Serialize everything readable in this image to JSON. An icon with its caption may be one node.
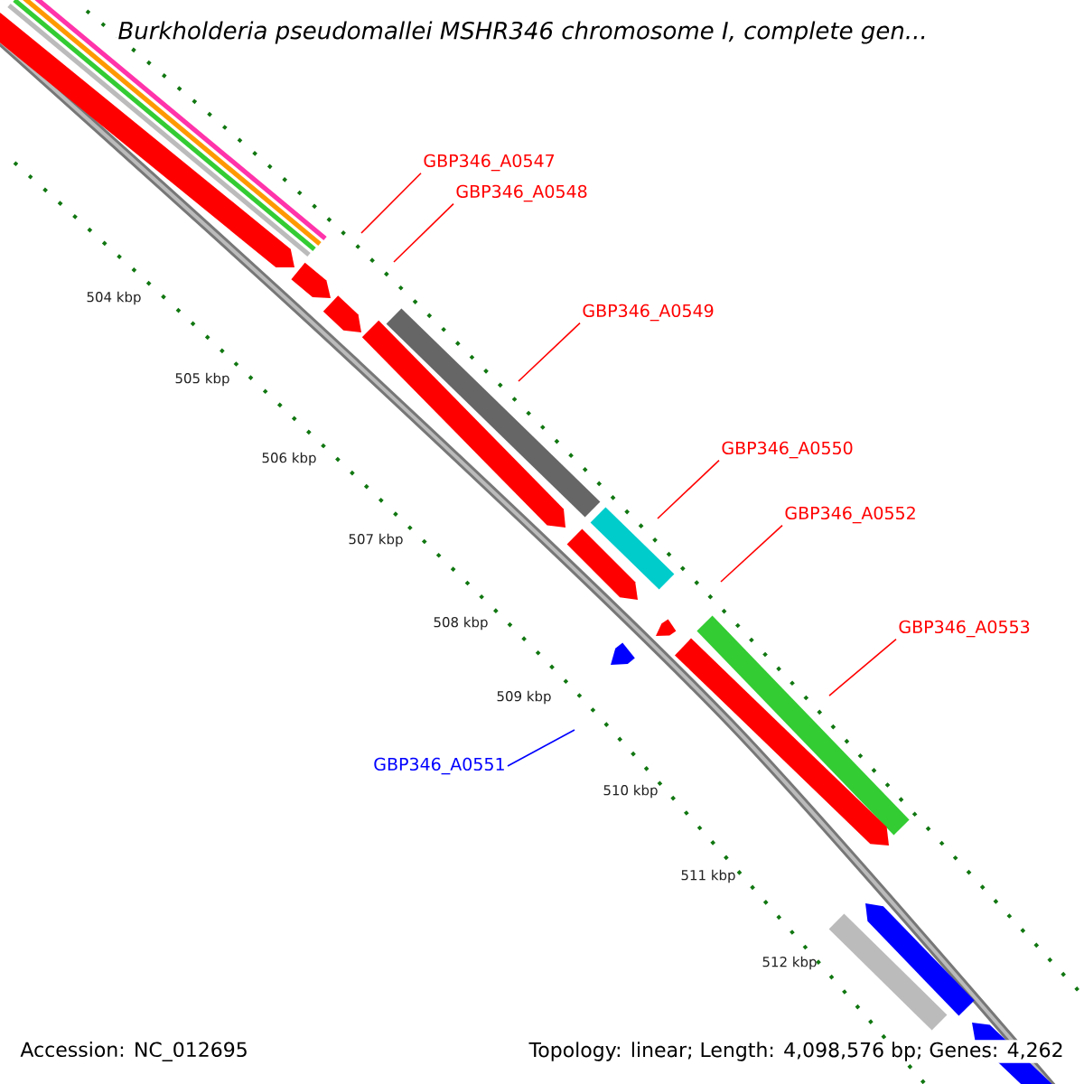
{
  "diagram": {
    "title": "Burkholderia pseudomallei MSHR346 chromosome I, complete gen...",
    "nodes": [
      {
        "text": [
          "GBP346_A0547"
        ]
      },
      {
        "text": [
          "GBP346_A0548"
        ]
      },
      {
        "text": [
          "GBP346_A0549"
        ]
      },
      {
        "text": [
          "GBP346_A0550"
        ]
      },
      {
        "text": [
          "GBP346_A0552"
        ]
      },
      {
        "text": [
          "GBP346_A0553"
        ]
      },
      {
        "text": [
          "GBP346_A0551"
        ]
      }
    ],
    "edges": [
      {
        "from": 0,
        "to": null,
        "arrow": "none"
      },
      {
        "from": 1,
        "to": null,
        "arrow": "none"
      },
      {
        "from": 2,
        "to": null,
        "arrow": "none"
      },
      {
        "from": 3,
        "to": null,
        "arrow": "none"
      },
      {
        "from": 4,
        "to": null,
        "arrow": "none"
      },
      {
        "from": 5,
        "to": null,
        "arrow": "none"
      },
      {
        "from": 6,
        "to": null,
        "arrow": "none",
        "color": "#0000ff"
      }
    ],
    "labels": [
      "504 kbp",
      "505 kbp",
      "506 kbp",
      "507 kbp",
      "508 kbp",
      "509 kbp",
      "510 kbp",
      "511 kbp",
      "512 kbp",
      "Accession: NC_012695",
      "Topology: linear; Length: 4,098,576 bp; Genes: 4,262"
    ]
  }
}
